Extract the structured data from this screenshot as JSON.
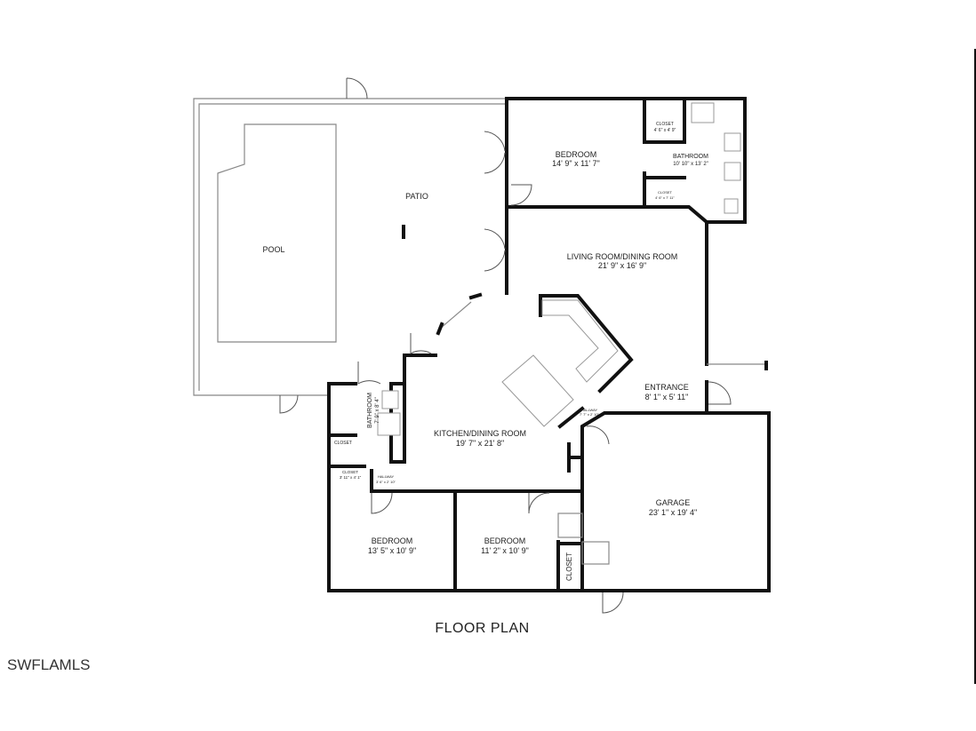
{
  "title": "FLOOR PLAN",
  "watermark": "SWFLAMLS",
  "rooms": {
    "pool": {
      "name": "POOL"
    },
    "patio": {
      "name": "PATIO"
    },
    "bedroom_top": {
      "name": "BEDROOM",
      "size": "14' 9\" x 11' 7\""
    },
    "closet_top": {
      "name": "CLOSET",
      "size": "4' 6\" x 4' 9\""
    },
    "bathroom_top": {
      "name": "BATHROOM",
      "size": "10' 10\" x 13' 2\""
    },
    "closet_top2": {
      "name": "CLOSET",
      "size": "4' 6\" x 7' 11\""
    },
    "living": {
      "name": "LIVING ROOM/DINING ROOM",
      "size": "21' 9\" x 16' 9\""
    },
    "entrance": {
      "name": "ENTRANCE",
      "size": "8' 1\" x 5' 11\""
    },
    "hallway_right": {
      "name": "HALLWAY",
      "size": "7' 7\" x 2' 10\""
    },
    "kitchen": {
      "name": "KITCHEN/DINING ROOM",
      "size": "19' 7\" x 21' 8\""
    },
    "bathroom_left": {
      "name": "BATHROOM",
      "size": "7' 9\" x 8' 4\""
    },
    "closet_left": {
      "name": "CLOSET"
    },
    "closet_left2": {
      "name": "CLOSET",
      "size": "3' 11\" x 4' 1\""
    },
    "hallway_left": {
      "name": "HALLWAY",
      "size": "3' 6\" x 2' 10\""
    },
    "bedroom_left": {
      "name": "BEDROOM",
      "size": "13' 5\" x 10' 9\""
    },
    "bedroom_mid": {
      "name": "BEDROOM",
      "size": "11' 2\" x 10' 9\""
    },
    "closet_garage": {
      "name": "CLOSET"
    },
    "garage": {
      "name": "GARAGE",
      "size": "23' 1\" x 19' 4\""
    }
  }
}
